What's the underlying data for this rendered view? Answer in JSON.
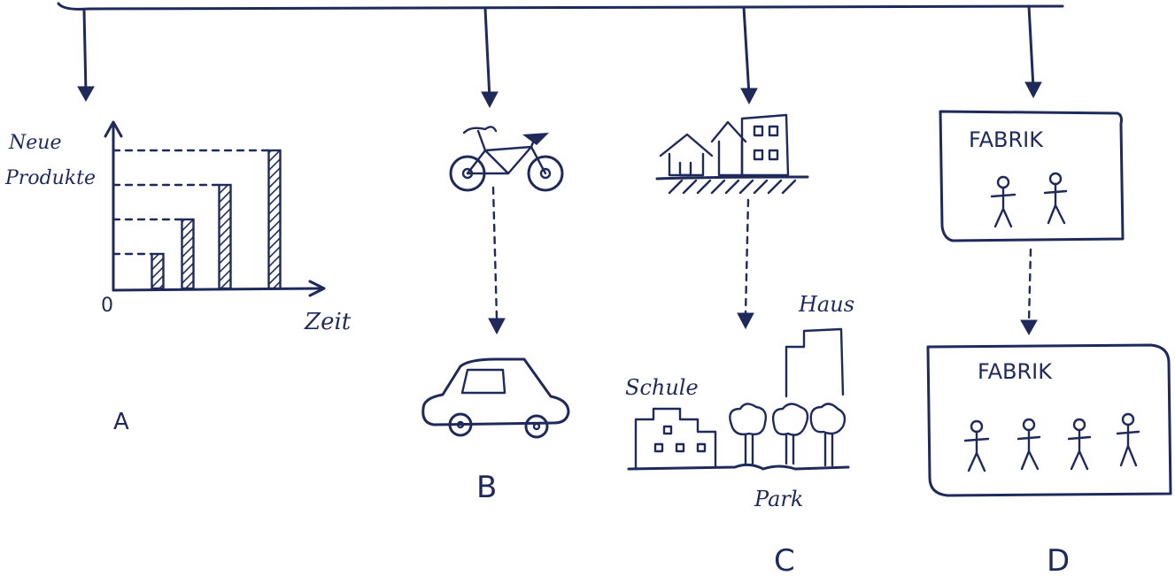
{
  "panels": {
    "a": {
      "letter": "A",
      "chart": {
        "y_label_line1": "Neue",
        "y_label_line2": "Produkte",
        "x_label": "Zeit",
        "origin_label": "0"
      }
    },
    "b": {
      "letter": "B"
    },
    "c": {
      "letter": "C",
      "labels": {
        "house": "Haus",
        "school": "Schule",
        "park": "Park"
      }
    },
    "d": {
      "letter": "D",
      "factory_top": "FABRIK",
      "factory_bottom": "FABRIK"
    }
  },
  "chart_data": {
    "type": "bar",
    "categories": [
      "",
      "",
      "",
      ""
    ],
    "values": [
      1,
      2,
      3,
      4
    ],
    "title": "",
    "xlabel": "Zeit",
    "ylabel": "Neue Produkte",
    "grid": false
  },
  "colors": {
    "ink": "#1f2a5a",
    "paper": "#ffffff"
  }
}
